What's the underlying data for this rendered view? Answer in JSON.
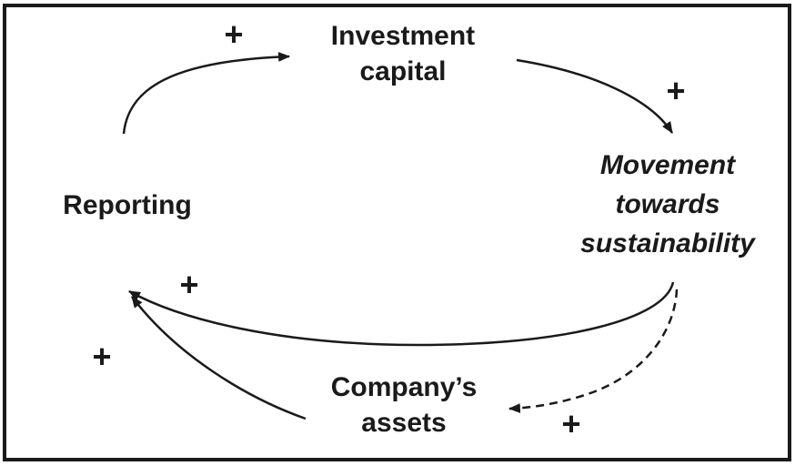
{
  "colors": {
    "ink": "#1a1a1a",
    "paper": "#ffffff"
  },
  "diagram": {
    "type": "causal-loop-diagram",
    "nodes": {
      "investment_capital": {
        "label": "Investment capital"
      },
      "movement_sustainability": {
        "label": "Movement towards sustainability",
        "emphasis": "italic"
      },
      "reporting": {
        "label": "Reporting"
      },
      "company_assets": {
        "label": "Company’s assets"
      }
    },
    "links": {
      "reporting_to_investment": {
        "from": "reporting",
        "to": "investment_capital",
        "sign": "+",
        "style": "solid"
      },
      "investment_to_movement": {
        "from": "investment_capital",
        "to": "movement_sustainability",
        "sign": "+",
        "style": "solid"
      },
      "movement_to_reporting": {
        "from": "movement_sustainability",
        "to": "reporting",
        "sign": "+",
        "style": "solid"
      },
      "assets_to_reporting": {
        "from": "company_assets",
        "to": "reporting",
        "sign": "+",
        "style": "solid"
      },
      "movement_to_assets": {
        "from": "movement_sustainability",
        "to": "company_assets",
        "sign": "+",
        "style": "dashed"
      }
    }
  }
}
